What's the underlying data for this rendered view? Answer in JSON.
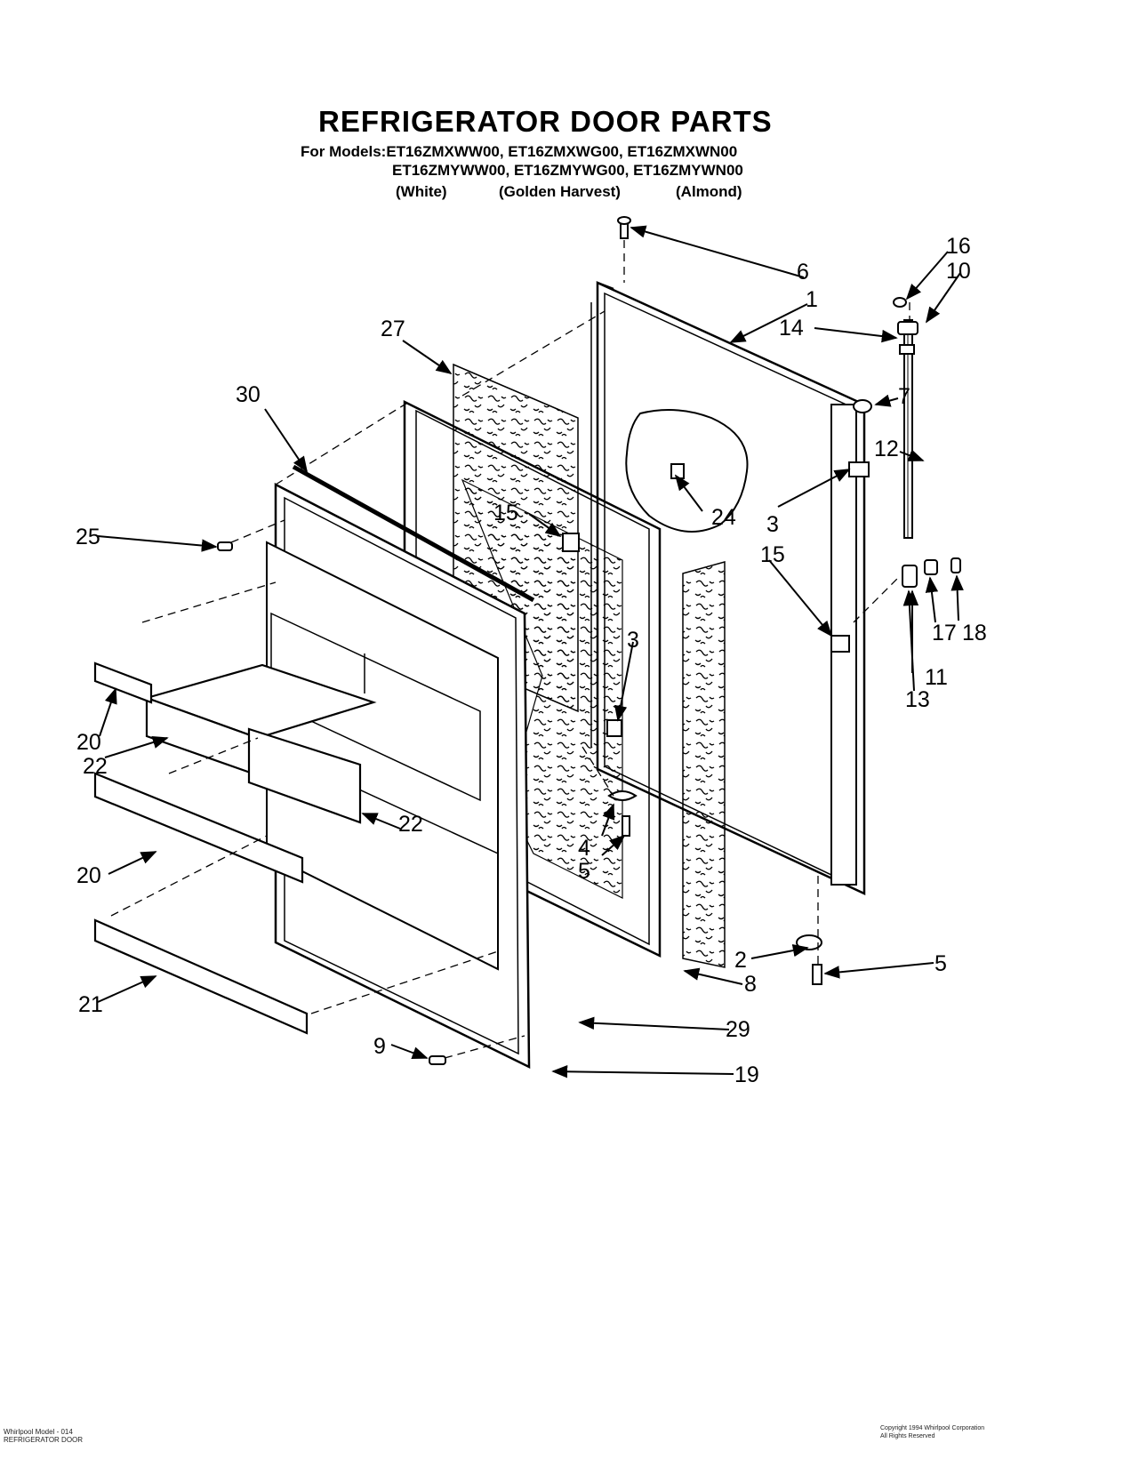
{
  "header": {
    "title": "REFRIGERATOR DOOR PARTS",
    "models_line1": "For Models:ET16ZMXWW00, ET16ZMXWG00, ET16ZMXWN00",
    "models_line2": "ET16ZMYWW00, ET16ZMYWG00, ET16ZMYWN00",
    "color_white": "(White)",
    "color_golden": "(Golden Harvest)",
    "color_almond": "(Almond)"
  },
  "callouts": {
    "c1": "1",
    "c2": "2",
    "c3a": "3",
    "c3b": "3",
    "c4": "4",
    "c5a": "5",
    "c5b": "5",
    "c6": "6",
    "c7": "7",
    "c8": "8",
    "c9": "9",
    "c10": "10",
    "c11": "11",
    "c12": "12",
    "c13": "13",
    "c14": "14",
    "c15a": "15",
    "c15b": "15",
    "c16": "16",
    "c17": "17",
    "c18": "18",
    "c19": "19",
    "c20a": "20",
    "c20b": "20",
    "c21": "21",
    "c22a": "22",
    "c22b": "22",
    "c24": "24",
    "c25": "25",
    "c27": "27",
    "c29": "29",
    "c30": "30"
  },
  "footer": {
    "left_line1": "Whirlpool Model - 014",
    "left_line2": "REFRIGERATOR DOOR",
    "right_line1": "Copyright 1994 Whirlpool Corporation",
    "right_line2": "All Rights Reserved"
  }
}
